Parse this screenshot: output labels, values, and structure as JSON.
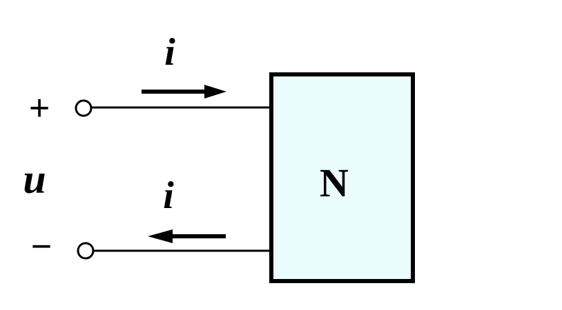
{
  "diagram": {
    "block_label": "N",
    "current_top_label": "i",
    "current_bottom_label": "i",
    "voltage_label": "u",
    "plus_sign": "+",
    "minus_sign": "−",
    "colors": {
      "block_fill": "#eafcfc",
      "stroke": "#000000",
      "background": "#ffffff"
    }
  }
}
